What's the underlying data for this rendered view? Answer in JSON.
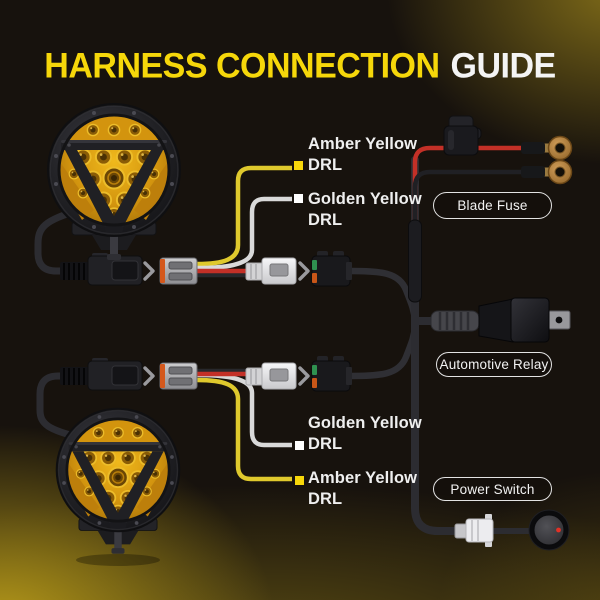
{
  "header": {
    "title_accent": "HARNESS CONNECTION",
    "title_rest": "GUIDE"
  },
  "wire_labels": [
    {
      "line1": "Amber Yellow",
      "line2": "DRL",
      "bullet_color": "#f7d70a",
      "wire_color": "#dfc92d"
    },
    {
      "line1": "Golden Yellow",
      "line2": "DRL",
      "bullet_color": "#ffffff",
      "wire_color": "#d9d9d9"
    },
    {
      "line1": "Golden Yellow",
      "line2": "DRL",
      "bullet_color": "#ffffff",
      "wire_color": "#d9d9d9"
    },
    {
      "line1": "Amber Yellow",
      "line2": "DRL",
      "bullet_color": "#f7d70a",
      "wire_color": "#dfc92d"
    }
  ],
  "component_labels": {
    "blade_fuse": "Blade Fuse",
    "automotive_relay": "Automotive Relay",
    "power_switch": "Power Switch"
  },
  "icons": {
    "arrow": "chevron-right",
    "bullet": "square",
    "ring_terminal": "copper-ring",
    "switch_indicator": "red-dot"
  },
  "colors": {
    "title_accent": "#f6d70a",
    "title_rest": "#f4f4f4",
    "wire_red": "#c33027",
    "wire_black": "#2c2c31",
    "wire_yellow": "#dfc92d",
    "wire_white": "#d9d9d9",
    "connector_orange": "#d4581c",
    "connector_green": "#2f9150",
    "copper": "#b2813f"
  }
}
